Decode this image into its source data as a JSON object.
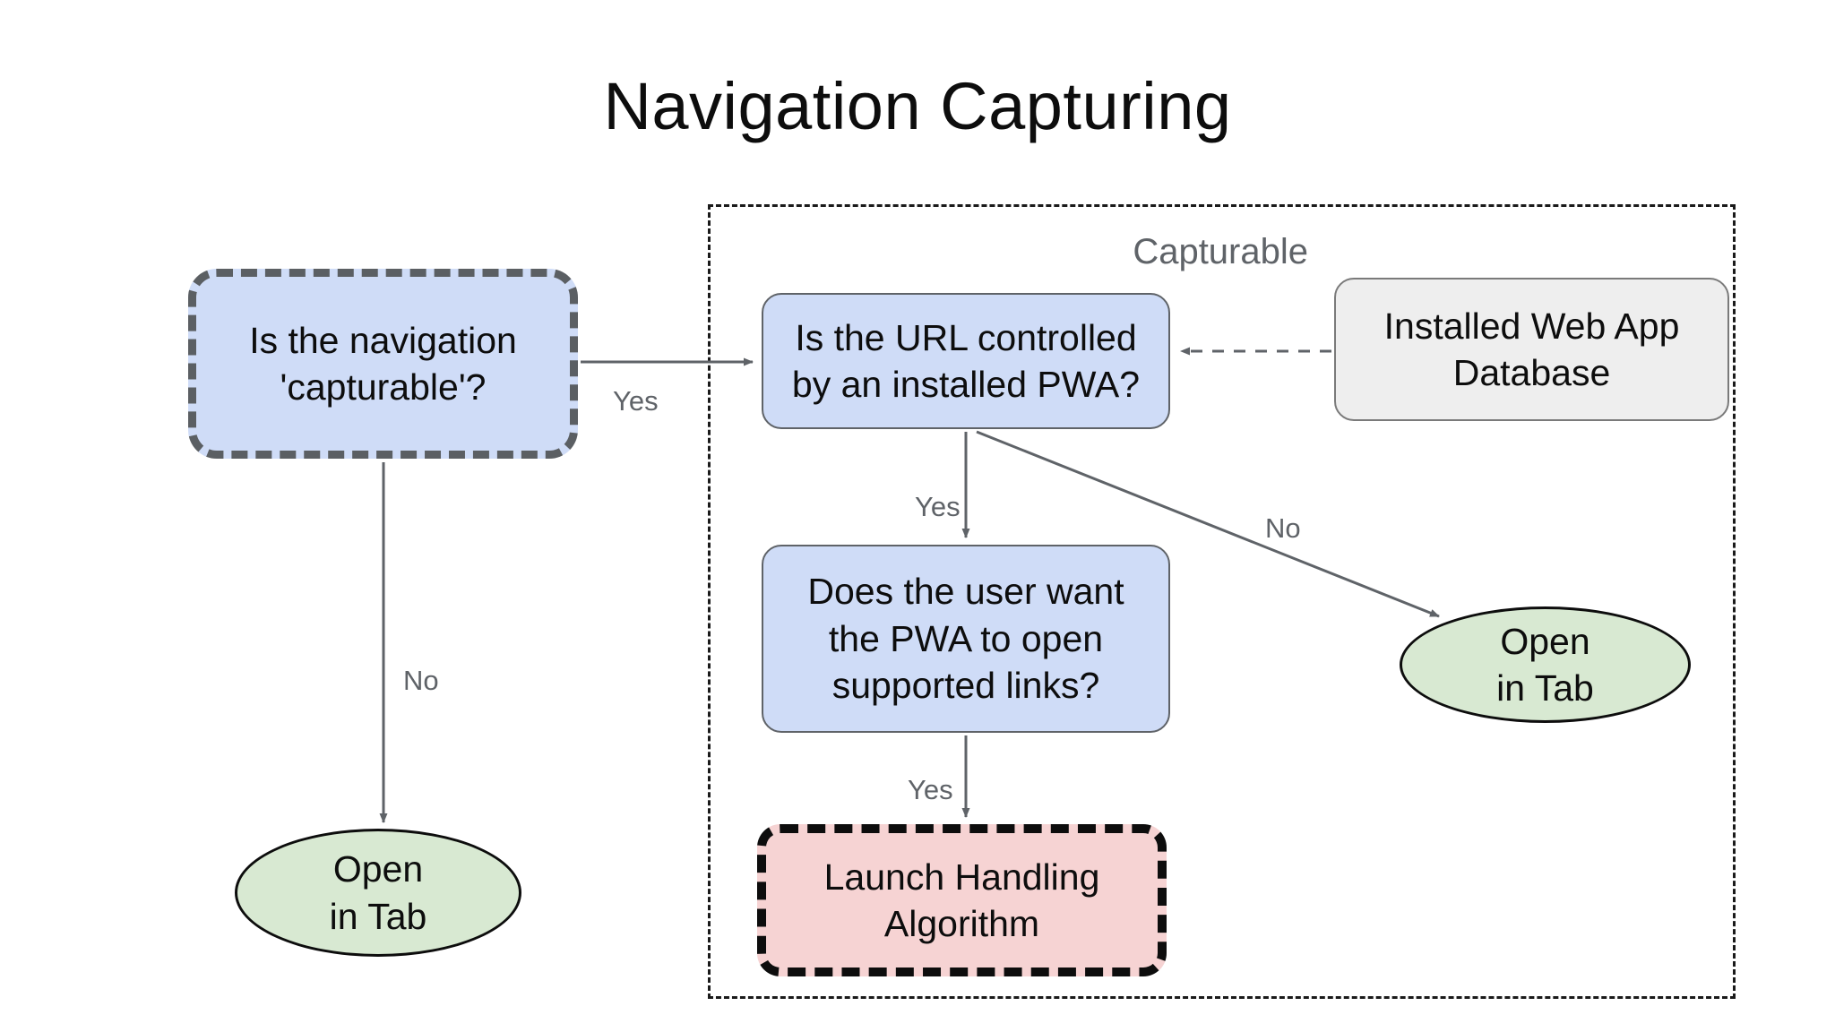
{
  "title": "Navigation Capturing",
  "group": {
    "label": "Capturable"
  },
  "nodes": {
    "is_capturable": "Is the navigation\n'capturable'?",
    "url_controlled": "Is the URL controlled\nby an installed PWA?",
    "web_app_db": "Installed Web App\nDatabase",
    "user_want": "Does the user want\nthe PWA to open\nsupported links?",
    "launch_handling": "Launch Handling\nAlgorithm",
    "open_in_tab_left": "Open\nin Tab",
    "open_in_tab_right": "Open\nin Tab"
  },
  "edge_labels": {
    "capturable_yes": "Yes",
    "capturable_no": "No",
    "url_yes": "Yes",
    "url_no": "No",
    "userwant_yes": "Yes"
  },
  "colors": {
    "decision_fill": "#cfdcf7",
    "decision_stroke": "#5f6368",
    "store_fill": "#eeeeee",
    "store_stroke": "#7a7a7a",
    "algorithm_fill": "#f6d3d3",
    "algorithm_stroke": "#0d0d0d",
    "terminal_fill": "#d8e9d2",
    "terminal_stroke": "#0d0d0d",
    "edge_stroke": "#5f6368",
    "group_stroke": "#1a1a1a",
    "label_text": "#5f6368",
    "node_text": "#0d0d0d",
    "background": "#ffffff"
  }
}
